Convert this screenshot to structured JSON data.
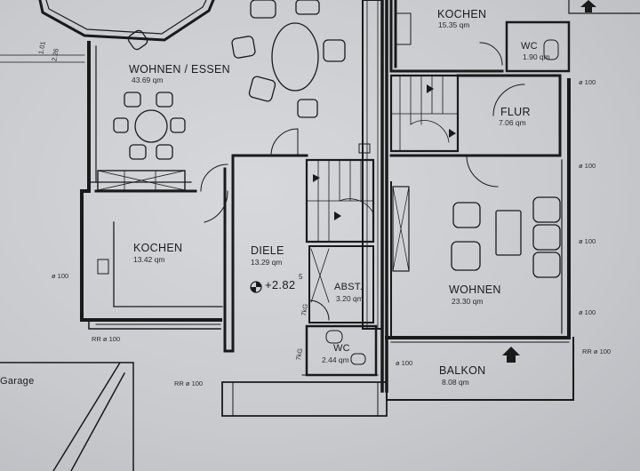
{
  "rooms": {
    "wohnen_essen": {
      "name": "WOHNEN / ESSEN",
      "area": "43.69 qm"
    },
    "kochen_left": {
      "name": "KOCHEN",
      "area": "13.42 qm"
    },
    "diele": {
      "name": "DIELE",
      "area": "13.29 qm"
    },
    "abst": {
      "name": "ABST.",
      "area": "3.20 qm"
    },
    "wc_lower": {
      "name": "WC",
      "area": "2.44 qm"
    },
    "kochen_right": {
      "name": "KOCHEN",
      "area": "15.35 qm"
    },
    "wc_upper": {
      "name": "WC",
      "area": "1.90 qm"
    },
    "flur": {
      "name": "FLUR",
      "area": "7.06 qm"
    },
    "wohnen_right": {
      "name": "WOHNEN",
      "area": "23.30 qm"
    },
    "balkon": {
      "name": "BALKON",
      "area": "8.08 qm"
    },
    "garage": {
      "name": "Garage"
    }
  },
  "annotations": {
    "level": "+2.82",
    "level_sup": "5",
    "dim_a": "1.01",
    "dim_b": "2.26",
    "pipe_a": "ø 100",
    "pipe_b": "ø 100",
    "pipe_c": "ø 100",
    "pipe_d": "ø 100",
    "pipe_e": "ø 100",
    "pipe_f": "ø 100",
    "rr_a": "RR ø 100",
    "rr_b": "RR ø 100",
    "rr_c": "RR ø 100",
    "hand_a": "7kG",
    "hand_b": "7kG"
  }
}
